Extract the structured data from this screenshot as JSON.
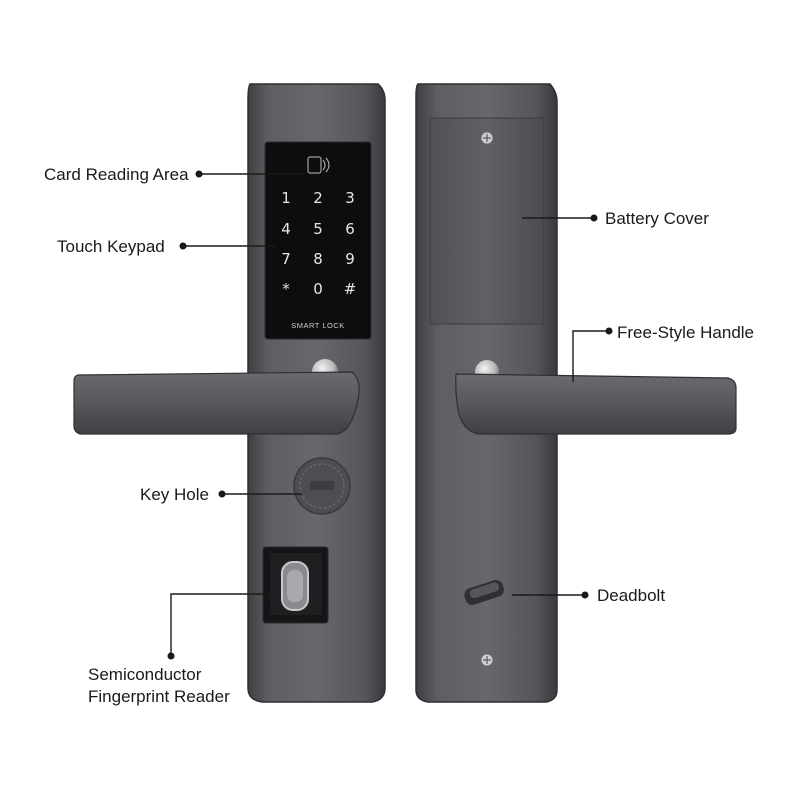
{
  "keypad": {
    "keys": [
      "1",
      "2",
      "3",
      "4",
      "5",
      "6",
      "7",
      "8",
      "9",
      "*",
      "0",
      "#"
    ],
    "brand_text": "SMART LOCK"
  },
  "callouts": {
    "card_reading_area": "Card Reading Area",
    "touch_keypad": "Touch Keypad",
    "key_hole": "Key Hole",
    "fingerprint_reader_line1": "Semiconductor",
    "fingerprint_reader_line2": "Fingerprint Reader",
    "battery_cover": "Battery Cover",
    "free_style_handle": "Free-Style Handle",
    "deadbolt": "Deadbolt"
  },
  "colors": {
    "lock_body": "#55565a",
    "handle": "#5a5b5f",
    "keypad_glass": "#0d0d0f",
    "leader_line": "#1a1a1a"
  }
}
